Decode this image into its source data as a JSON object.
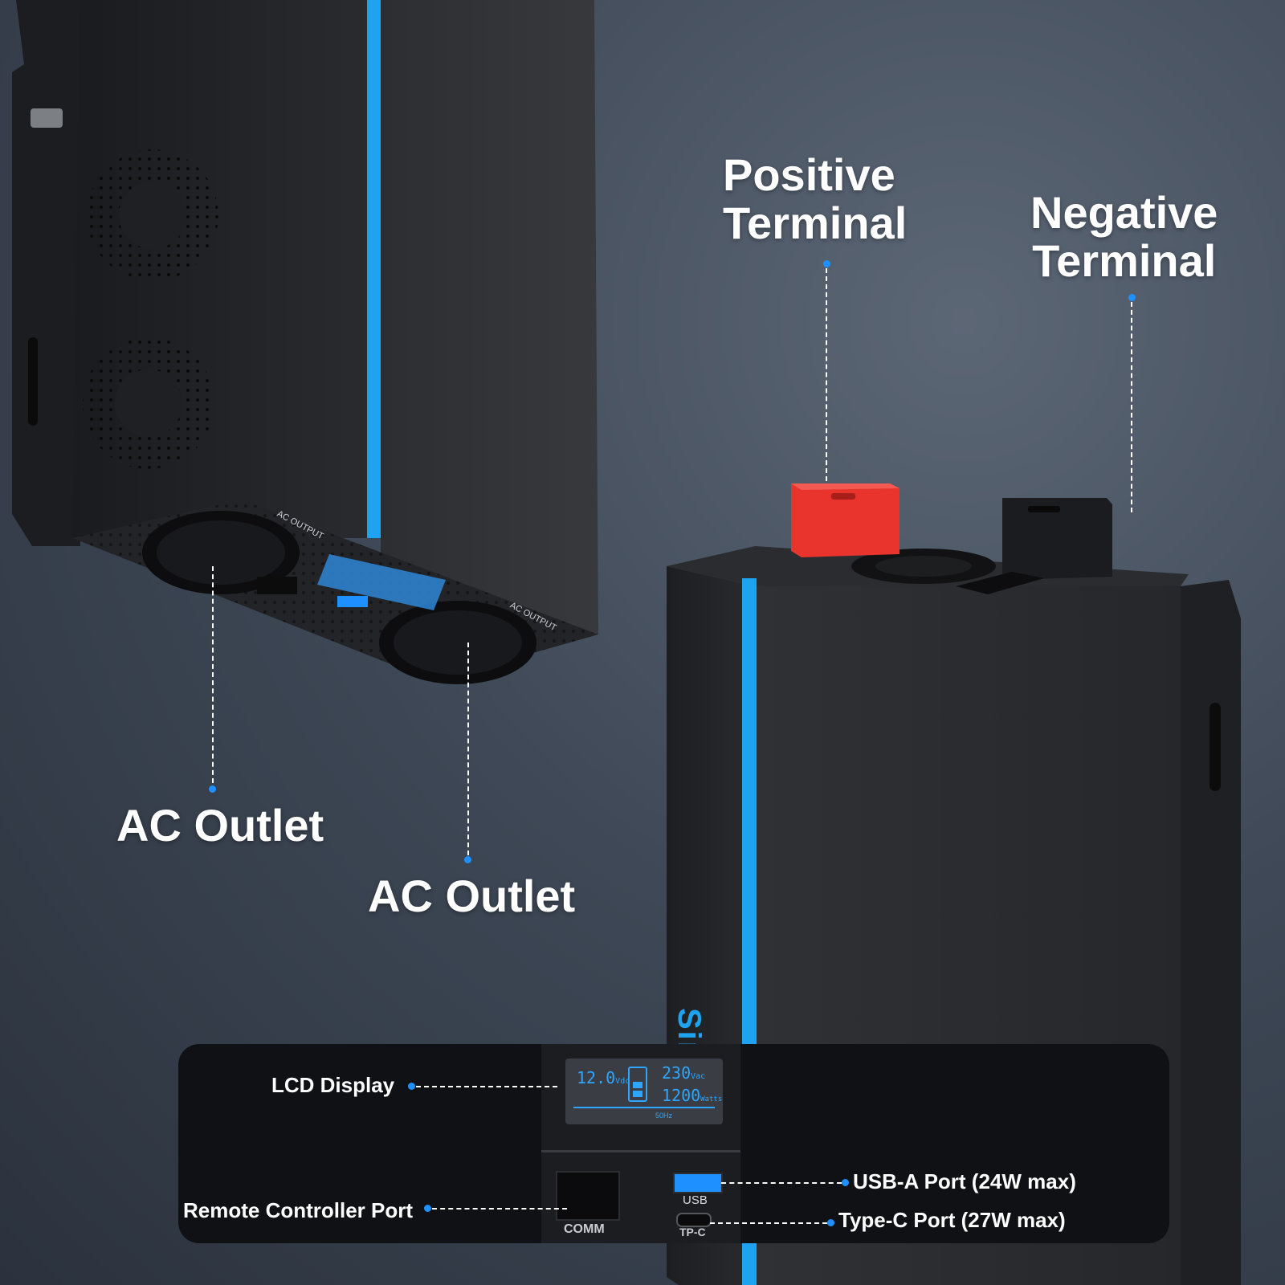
{
  "labels": {
    "positive_line1": "Positive",
    "positive_line2": "Terminal",
    "negative_line1": "Negative",
    "negative_line2": "Terminal",
    "ac_outlet_left": "AC Outlet",
    "ac_outlet_right": "AC Outlet"
  },
  "device_top": {
    "ac_output_label_1": "AC OUTPUT",
    "ac_output_label_2": "AC OUTPUT",
    "comm_label": "COMM",
    "usb_label": "USB",
    "tpc_label": "TP-C"
  },
  "device_bottom": {
    "brand": "Sincore"
  },
  "detail_panel": {
    "lcd_label": "LCD Display",
    "remote_label": "Remote Controller Port",
    "usb_a_label": "USB-A Port (24W max)",
    "type_c_label": "Type-C Port (27W max)",
    "lcd_vdc_value": "12.0",
    "lcd_vdc_unit": "Vdc",
    "lcd_vac_value": "230",
    "lcd_vac_unit": "Vac",
    "lcd_watts_value": "1200",
    "lcd_watts_unit": "Watts",
    "lcd_hz": "50Hz",
    "comm_label": "COMM",
    "usb_label": "USB",
    "tpc_label": "TP-C"
  },
  "colors": {
    "accent_blue": "#1ea3f0",
    "terminal_red": "#e8342c",
    "terminal_black": "#1b1c1f",
    "dot_blue": "#1e90ff"
  }
}
